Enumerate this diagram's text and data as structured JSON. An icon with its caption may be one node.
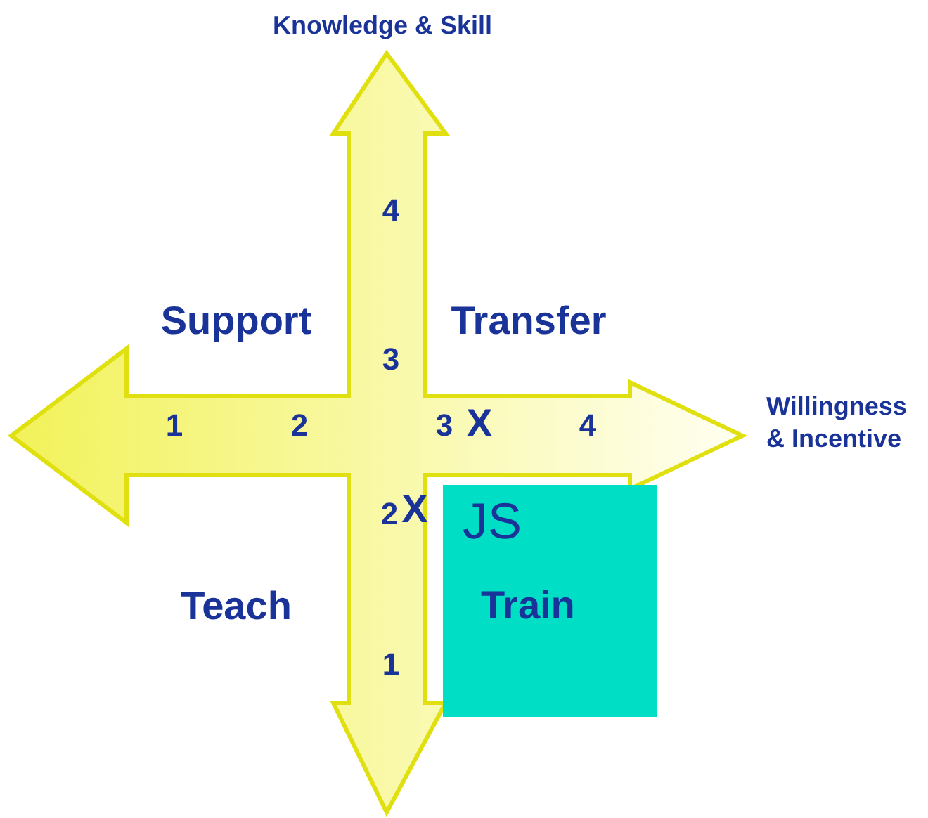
{
  "diagram": {
    "nodes": [
      {
        "text": [
          "JS",
          "Train"
        ]
      }
    ],
    "labels": [
      "Knowledge & Skill",
      "4",
      "Support",
      "Transfer",
      "3",
      "1",
      "2",
      "3",
      "X",
      "4",
      "Willingness & Incentive",
      "2",
      "X",
      "Teach",
      "1"
    ]
  }
}
